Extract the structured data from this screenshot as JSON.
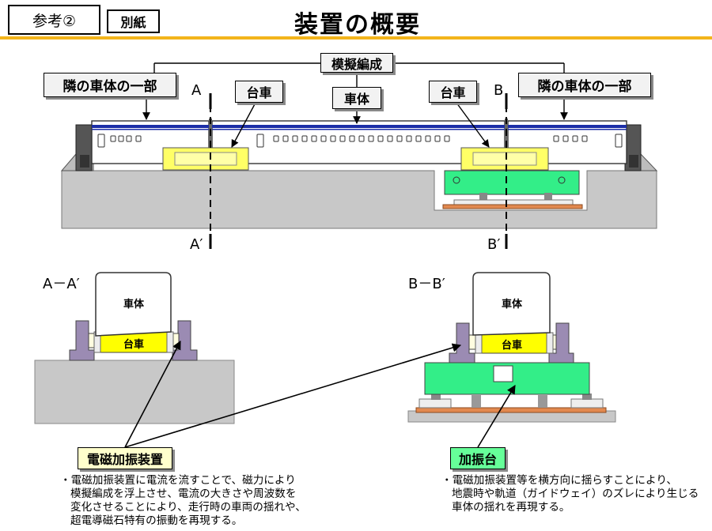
{
  "header": {
    "tag": "参考②",
    "subtag": "別紙",
    "title": "装置の概要"
  },
  "top": {
    "mock_formation": "模擬編成",
    "adjacent_left": "隣の車体の一部",
    "adjacent_right": "隣の車体の一部",
    "bogie_left": "台車",
    "bogie_right": "台車",
    "car_body": "車体",
    "marker_a": "A",
    "marker_a_prime": "A′",
    "marker_b": "B",
    "marker_b_prime": "B′"
  },
  "section_a": {
    "label": "A－A′",
    "car_body": "車体",
    "bogie": "台車"
  },
  "section_b": {
    "label": "B－B′",
    "car_body": "車体",
    "bogie": "台車"
  },
  "legend": {
    "magnetic": {
      "title": "電磁加振装置",
      "lines": [
        "・電磁加振装置に電流を流すことで、磁力により",
        "模擬編成を浮上させ、電流の大きさや周波数を",
        "変化させることにより、走行時の車両の揺れや、",
        "超電導磁石特有の振動を再現する。"
      ]
    },
    "shaker": {
      "title": "加振台",
      "lines": [
        "・電磁加振装置等を横方向に揺らすことにより、",
        "地震時や軌道（ガイドウェイ）のズレにより生じる",
        "車体の揺れを再現する。"
      ]
    }
  },
  "colors": {
    "accent": "#f3b41b",
    "bogie": "#ffff66",
    "shaker": "#33ee88",
    "wall": "#9b8bb3",
    "ground": "#c8c8c8",
    "base": "#e2894f",
    "stripe": "#1c2ea6"
  }
}
